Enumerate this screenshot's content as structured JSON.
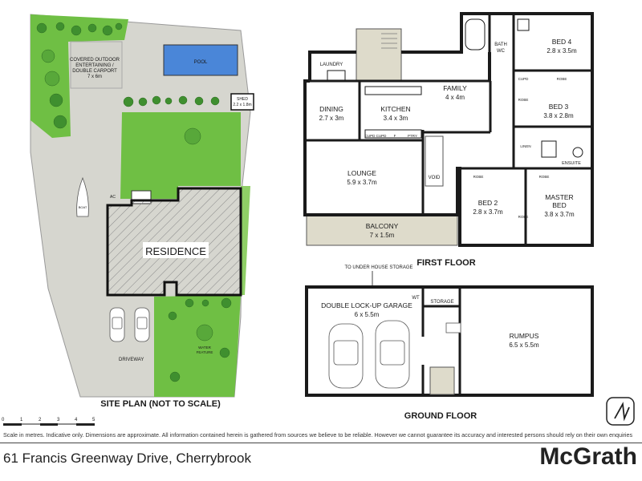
{
  "site_plan": {
    "title": "SITE PLAN (NOT TO SCALE)",
    "residence": "RESIDENCE",
    "outdoor": [
      "COVERED OUTDOOR",
      "ENTERTAINING /",
      "DOUBLE CARPORT",
      "7 x 6m"
    ],
    "pool": "POOL",
    "shed": [
      "SHED",
      "2.2 x 1.8m"
    ],
    "boat": "BOAT",
    "ac": "AC",
    "driveway": "DRIVEWAY",
    "water_feature": [
      "WATER",
      "FEATURE"
    ],
    "scale_ticks": [
      "0",
      "1",
      "2",
      "3",
      "4",
      "5"
    ]
  },
  "first_floor": {
    "title": "FIRST FLOOR",
    "rooms": {
      "laundry": "LAUNDRY",
      "dining": {
        "name": "DINING",
        "size": "2.7 x 3m"
      },
      "kitchen": {
        "name": "KITCHEN",
        "size": "3.4 x 3m"
      },
      "family": {
        "name": "FAMILY",
        "size": "4 x 4m"
      },
      "bath": "BATH",
      "wc": "WC",
      "bed4": {
        "name": "BED 4",
        "size": "2.8 x 3.5m"
      },
      "bed3": {
        "name": "BED 3",
        "size": "3.8 x 2.8m"
      },
      "lounge": {
        "name": "LOUNGE",
        "size": "5.9 x 3.7m"
      },
      "void": "VOID",
      "bed2": {
        "name": "BED 2",
        "size": "2.8 x 3.7m"
      },
      "master": {
        "name": "MASTER",
        "name2": "BED",
        "size": "3.8 x 3.7m"
      },
      "balcony": {
        "name": "BALCONY",
        "size": "7 x 1.5m"
      },
      "ensuite": "ENSUITE",
      "linen": "LINEN",
      "robe": "ROBE",
      "cupd": "CUPD",
      "cupd_cupd": "CUPD CUPD",
      "f": "F",
      "ptry": "PTRY"
    }
  },
  "ground_floor": {
    "title": "GROUND FLOOR",
    "under_house": "TO UNDER HOUSE STORAGE",
    "garage": {
      "name": "DOUBLE LOCK-UP GARAGE",
      "size": "6 x 5.5m"
    },
    "wt": "WT",
    "storage": "STORAGE",
    "rumpus": {
      "name": "RUMPUS",
      "size": "6.5 x 5.5m"
    }
  },
  "footer": {
    "disclaimer": "Scale in metres. Indicative only. Dimensions are approximate. All information contained herein is gathered from sources we believe to be reliable. However we cannot guarantee its accuracy and interested persons should rely on their own enquiries",
    "address": "61 Francis Greenway Drive, Cherrybrook",
    "brand": "McGrath"
  },
  "colors": {
    "grass": "#6fbf44",
    "paving": "#d6d6cf",
    "pool": "#4a86d8",
    "balcony": "#dedbcb",
    "wall": "#1a1a1a"
  }
}
